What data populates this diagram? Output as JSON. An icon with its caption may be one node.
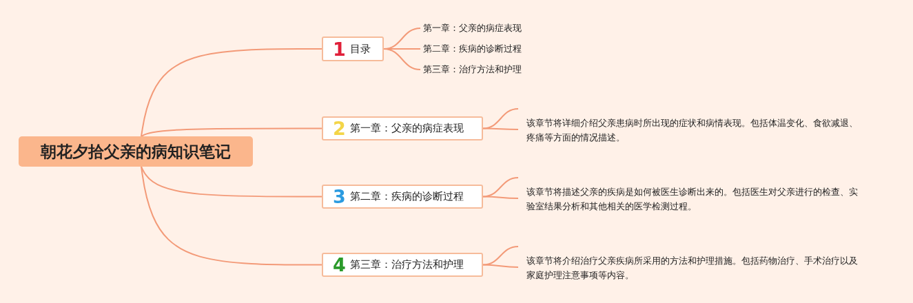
{
  "diagram": {
    "nodes": [
      {
        "text": [
          "朝花夕拾父亲的病知识笔记"
        ]
      },
      {
        "text": [
          "1",
          "目录"
        ]
      },
      {
        "text": [
          "2",
          "第一章：父亲的病症表现"
        ]
      },
      {
        "text": [
          "3",
          "第二章：疾病的诊断过程"
        ]
      },
      {
        "text": [
          "4",
          "第三章：治疗方法和护理"
        ]
      },
      {
        "text": [
          "第一章：父亲的病症表现"
        ]
      },
      {
        "text": [
          "第二章：疾病的诊断过程"
        ]
      },
      {
        "text": [
          "第三章：治疗方法和护理"
        ]
      },
      {
        "text": [
          "该章节将详细介绍父亲患病时所出现的症状和病情表现。包括体温变化、食欲减退、疼痛等方面的情况描述。"
        ]
      },
      {
        "text": [
          "该章节将描述父亲的疾病是如何被医生诊断出来的。包括医生对父亲进行的检查、实验室结果分析和其他相关的医学检测过程。"
        ]
      },
      {
        "text": [
          "该章节将介绍治疗父亲疾病所采用的方法和护理措施。包括药物治疗、手术治疗以及家庭护理注意事项等内容。"
        ]
      }
    ],
    "edges": [
      {
        "from": 0,
        "to": 1,
        "arrow": "none"
      },
      {
        "from": 0,
        "to": 2,
        "arrow": "none"
      },
      {
        "from": 0,
        "to": 3,
        "arrow": "none"
      },
      {
        "from": 0,
        "to": 4,
        "arrow": "none"
      },
      {
        "from": 1,
        "to": 5,
        "arrow": "none"
      },
      {
        "from": 1,
        "to": 6,
        "arrow": "none"
      },
      {
        "from": 1,
        "to": 7,
        "arrow": "none"
      },
      {
        "from": 2,
        "to": 8,
        "arrow": "none"
      },
      {
        "from": 2,
        "to": 8,
        "arrow": "none"
      },
      {
        "from": 3,
        "to": 9,
        "arrow": "none"
      },
      {
        "from": 3,
        "to": 9,
        "arrow": "none"
      },
      {
        "from": 4,
        "to": 10,
        "arrow": "none"
      },
      {
        "from": 4,
        "to": 10,
        "arrow": "none"
      }
    ]
  }
}
